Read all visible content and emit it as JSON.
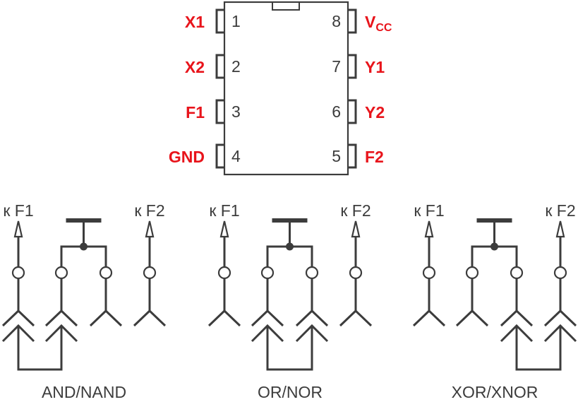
{
  "chip": {
    "pins": [
      {
        "num": "1",
        "label": "X1",
        "side": "left"
      },
      {
        "num": "2",
        "label": "X2",
        "side": "left"
      },
      {
        "num": "3",
        "label": "F1",
        "side": "left"
      },
      {
        "num": "4",
        "label": "GND",
        "side": "left"
      },
      {
        "num": "5",
        "label": "F2",
        "side": "right"
      },
      {
        "num": "6",
        "label": "Y2",
        "side": "right"
      },
      {
        "num": "7",
        "label": "Y1",
        "side": "right"
      },
      {
        "num": "8",
        "label": "V",
        "sub": "CC",
        "side": "right"
      }
    ],
    "label_color": "#e8141b",
    "line_color": "#3c3c3c"
  },
  "configs": [
    {
      "caption": "AND/NAND",
      "out_left": "к F1",
      "out_right": "к F2",
      "tied_inputs": [
        0,
        1
      ]
    },
    {
      "caption": "OR/NOR",
      "out_left": "к F1",
      "out_right": "к F2",
      "tied_inputs": [
        1,
        2
      ]
    },
    {
      "caption": "XOR/XNOR",
      "out_left": "к F1",
      "out_right": "к F2",
      "tied_inputs": [
        2,
        3
      ]
    }
  ]
}
